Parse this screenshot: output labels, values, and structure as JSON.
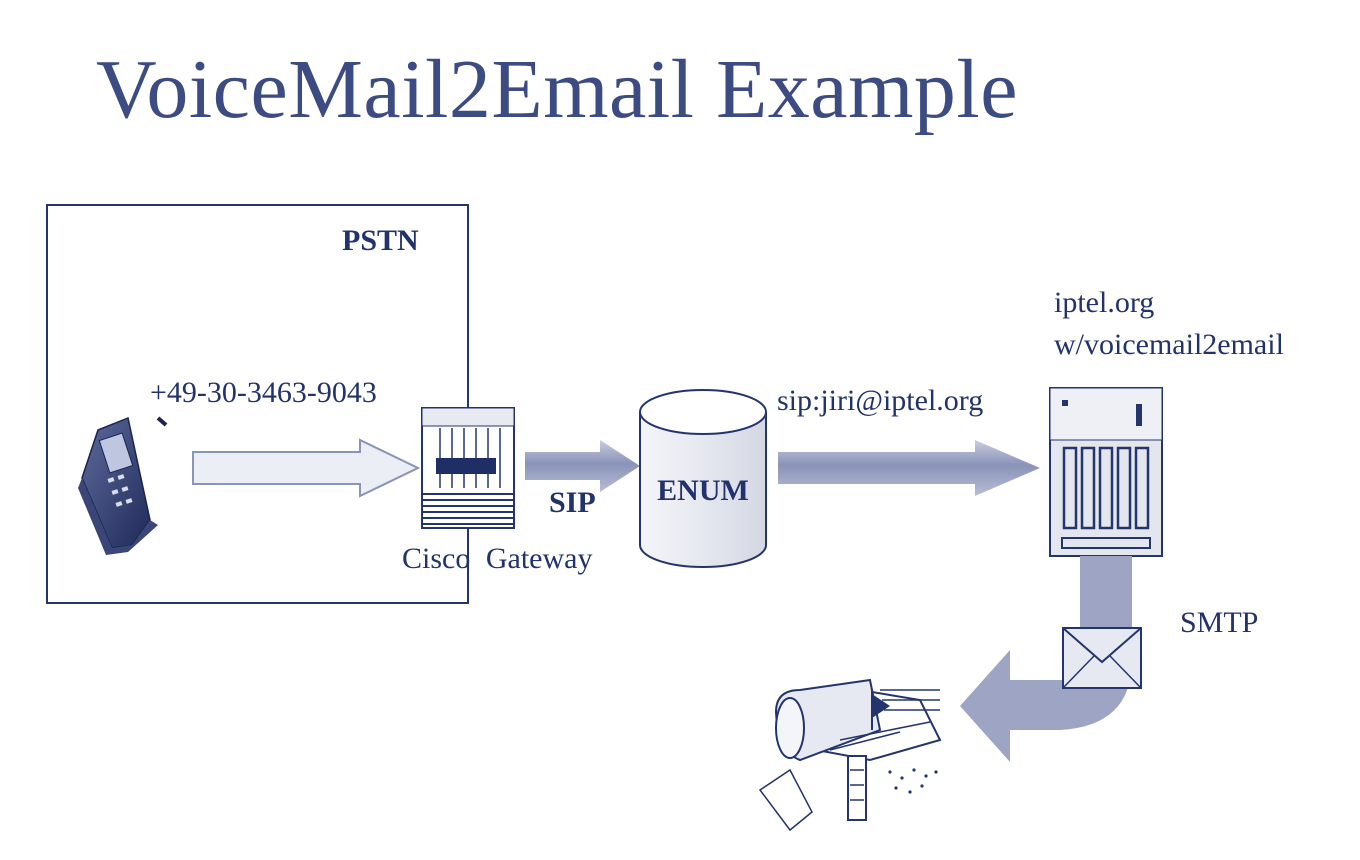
{
  "title": "VoiceMail2Email Example",
  "labels": {
    "pstn": "PSTN",
    "phone_number": "+49-30-3463-9043",
    "gateway": "Cisco Gateway",
    "sip": "SIP",
    "enum": "ENUM",
    "sip_uri": "sip:jiri@iptel.org",
    "server_line1": "iptel.org",
    "server_line2": "w/voicemail2email",
    "smtp": "SMTP"
  },
  "colors": {
    "text": "#22336b",
    "arrow_fill": "#9da4c4",
    "arrow_light": "#eceef5",
    "shape_fill": "#e4e6ee",
    "outline": "#24356d"
  },
  "icons": [
    "mobile-phone-icon",
    "cisco-gateway-icon",
    "enum-database-icon",
    "server-icon",
    "envelope-icon",
    "mailbox-icon"
  ]
}
